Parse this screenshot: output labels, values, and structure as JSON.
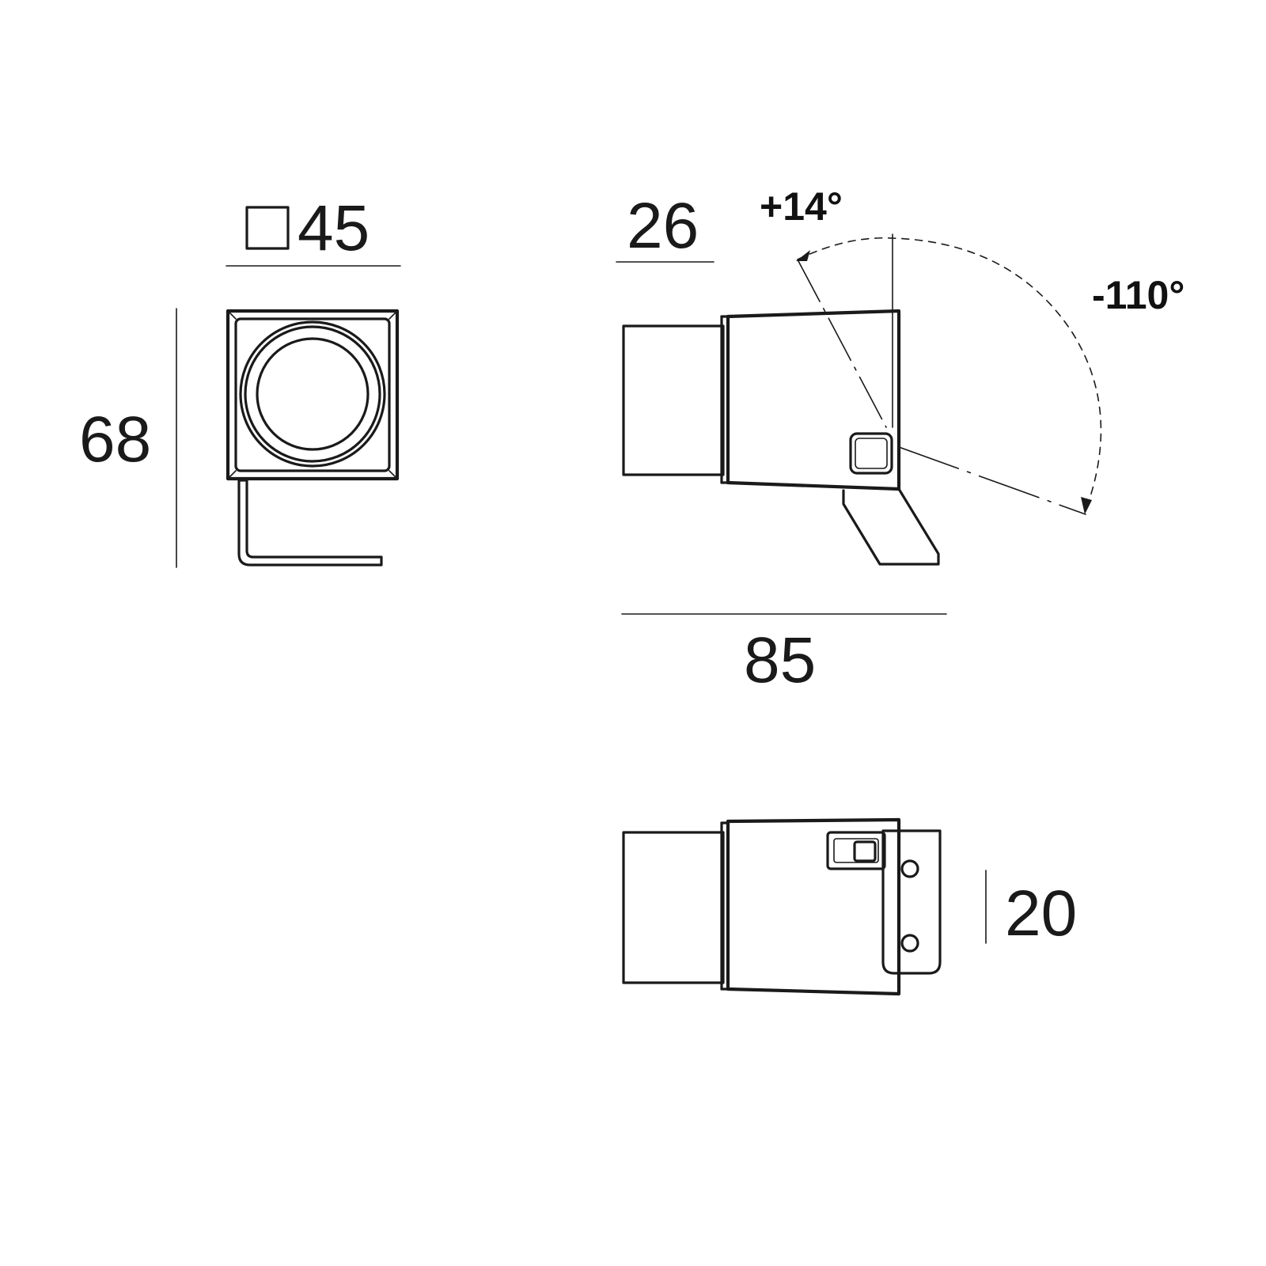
{
  "front_view": {
    "width_label": "45",
    "width_symbol": "square-symbol",
    "height_label": "68"
  },
  "side_view": {
    "body_label": "26",
    "length_label": "85",
    "tilt_up_label": "+14°",
    "tilt_down_label": "-110°"
  },
  "top_view": {
    "bracket_label": "20"
  },
  "colors": {
    "line": "#1a1a1a",
    "background": "#ffffff"
  }
}
